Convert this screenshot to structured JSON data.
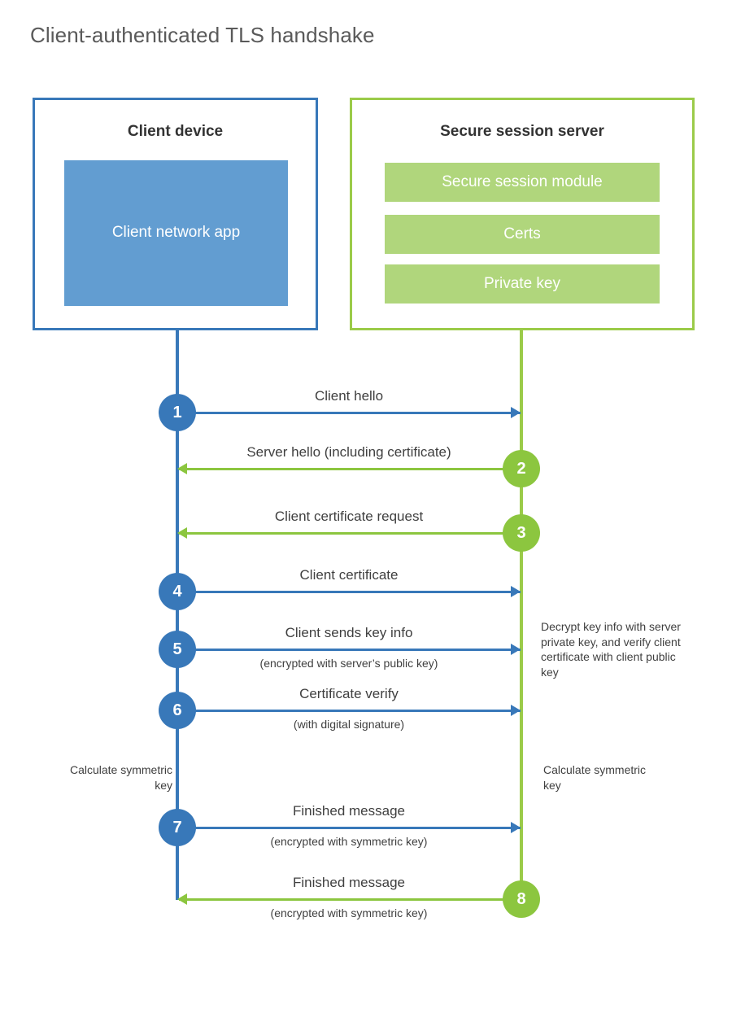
{
  "title": "Client-authenticated TLS handshake",
  "colors": {
    "client_blue": "#3878b9",
    "client_app_fill": "#629dd1",
    "server_green": "#9bcb49",
    "server_line_green": "#8cc63f",
    "server_block_fill": "#b0d67c",
    "text": "#3f3f3f",
    "title_text": "#5a5a5a",
    "background": "#ffffff"
  },
  "participants": {
    "client": {
      "title": "Client device",
      "blocks": [
        {
          "label": "Client network app"
        }
      ]
    },
    "server": {
      "title": "Secure session server",
      "blocks": [
        {
          "label": "Secure session module"
        },
        {
          "label": "Certs"
        },
        {
          "label": "Private key"
        }
      ]
    }
  },
  "chart_data": {
    "type": "sequence-diagram",
    "title": "Client-authenticated TLS handshake",
    "actors": [
      "Client device",
      "Secure session server"
    ],
    "steps": [
      {
        "number": "1",
        "label": "Client hello",
        "sublabel": "",
        "from": "client",
        "to": "server",
        "direction": "right",
        "color": "blue"
      },
      {
        "number": "2",
        "label": "Server hello (including certificate)",
        "sublabel": "",
        "from": "server",
        "to": "client",
        "direction": "left",
        "color": "green"
      },
      {
        "number": "3",
        "label": "Client certificate request",
        "sublabel": "",
        "from": "server",
        "to": "client",
        "direction": "left",
        "color": "green"
      },
      {
        "number": "4",
        "label": "Client certificate",
        "sublabel": "",
        "from": "client",
        "to": "server",
        "direction": "right",
        "color": "blue"
      },
      {
        "number": "5",
        "label": "Client sends key info",
        "sublabel": "(encrypted with server’s public key)",
        "from": "client",
        "to": "server",
        "direction": "right",
        "color": "blue"
      },
      {
        "number": "6",
        "label": "Certificate verify",
        "sublabel": "(with digital signature)",
        "from": "client",
        "to": "server",
        "direction": "right",
        "color": "blue"
      },
      {
        "number": "7",
        "label": "Finished message",
        "sublabel": "(encrypted with symmetric key)",
        "from": "client",
        "to": "server",
        "direction": "right",
        "color": "blue"
      },
      {
        "number": "8",
        "label": "Finished message",
        "sublabel": "(encrypted with symmetric key)",
        "from": "server",
        "to": "client",
        "direction": "left",
        "color": "green"
      }
    ],
    "notes": [
      {
        "side": "server",
        "text": "Decrypt key info with server private key, and verify client certificate with client public key"
      },
      {
        "side": "client",
        "text": "Calculate symmetric key"
      },
      {
        "side": "server",
        "text": "Calculate symmetric key"
      }
    ]
  }
}
